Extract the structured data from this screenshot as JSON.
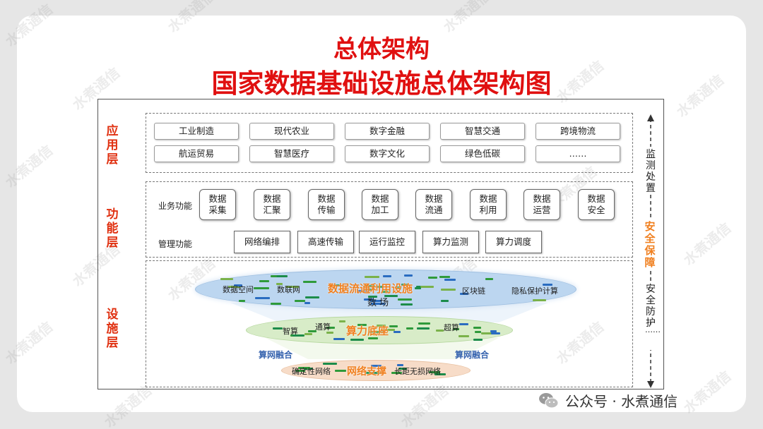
{
  "title": "总体架构",
  "subtitle": "国家数据基础设施总体架构图",
  "layers": {
    "application": "应用层",
    "function": "功能层",
    "facility": "设施层"
  },
  "app_items": [
    [
      "工业制造",
      "现代农业",
      "数字金融",
      "智慧交通",
      "跨境物流"
    ],
    [
      "航运贸易",
      "智慧医疗",
      "数字文化",
      "绿色低碳",
      "……"
    ]
  ],
  "business": {
    "label": "业务功能",
    "items": [
      [
        "数据",
        "采集"
      ],
      [
        "数据",
        "汇聚"
      ],
      [
        "数据",
        "传输"
      ],
      [
        "数据",
        "加工"
      ],
      [
        "数据",
        "流通"
      ],
      [
        "数据",
        "利用"
      ],
      [
        "数据",
        "运营"
      ],
      [
        "数据",
        "安全"
      ]
    ]
  },
  "management": {
    "label": "管理功能",
    "items": [
      "网络编排",
      "高速传输",
      "运行监控",
      "算力监测",
      "算力调度"
    ]
  },
  "facility": {
    "data_layer": {
      "title": "数据流通利用设施",
      "subtitle": "数 场",
      "items": [
        "数据空间",
        "数联网",
        "区块链",
        "隐私保护计算"
      ]
    },
    "compute_layer": {
      "title": "算力底座",
      "items": [
        "智算",
        "通算",
        "超算"
      ]
    },
    "fusion_left": "算网融合",
    "fusion_right": "算网融合",
    "network_layer": {
      "title": "网络支撑",
      "items": [
        "确定性网络",
        "长距无损网络"
      ]
    }
  },
  "side": {
    "monitor": "监测处置",
    "security": "安全保障",
    "protect": "安全防护",
    "dots": "……"
  },
  "footer": {
    "wechat": "公众号 · 水煮通信"
  },
  "watermark": "水煮通信",
  "colors": {
    "title": "#e01010",
    "layer_label": "#e03010",
    "security": "#f08020",
    "fusion": "#3a66b0",
    "data_ellipse": "#bcd6f0",
    "compute_ellipse": "#d8ecc8",
    "network_ellipse": "#f7dcc8"
  }
}
